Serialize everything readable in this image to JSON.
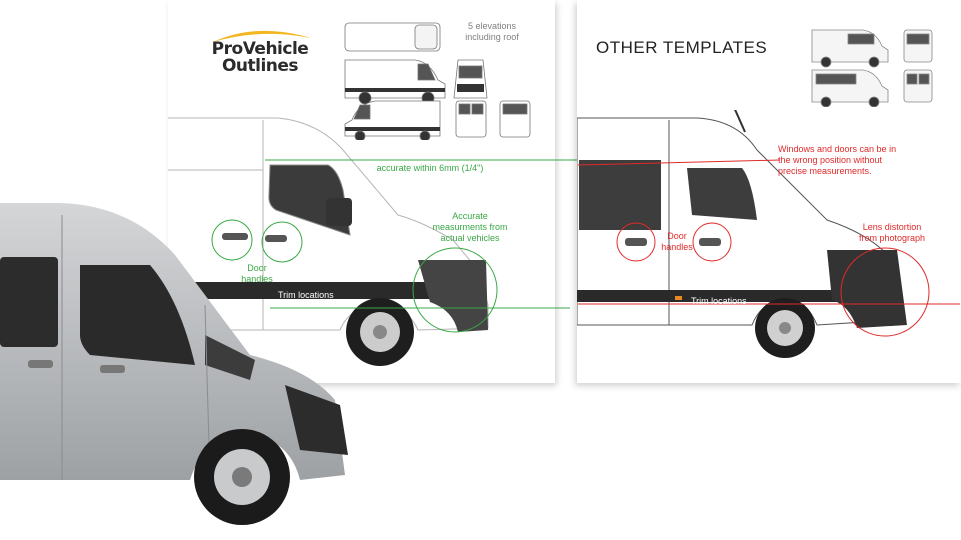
{
  "brand": {
    "line1": "ProVehicle",
    "line2": "Outlines"
  },
  "elevations_note": [
    "5 elevations",
    "including roof"
  ],
  "left_notes": {
    "accuracy": "accurate within 6mm (1/4\")",
    "measurements": [
      "Accurate",
      "measurments from",
      "actual vehicles"
    ],
    "door_handles": [
      "Door",
      "handles"
    ],
    "trim": "Trim locations"
  },
  "other_templates": {
    "title": "OTHER TEMPLATES",
    "windows_note": [
      "Windows and doors can be in",
      "the wrong position without",
      "precise measurements."
    ],
    "lens_note": [
      "Lens distortion",
      "from photograph"
    ],
    "door_handles": [
      "Door",
      "handles"
    ],
    "trim": "Trim locations"
  },
  "colors": {
    "accent_green": "#3aa845",
    "accent_red": "#e02a2a",
    "logo_swoosh": "#f2b620",
    "trim_band": "#2a2a2a",
    "van_grey": "#b7b9bb"
  }
}
